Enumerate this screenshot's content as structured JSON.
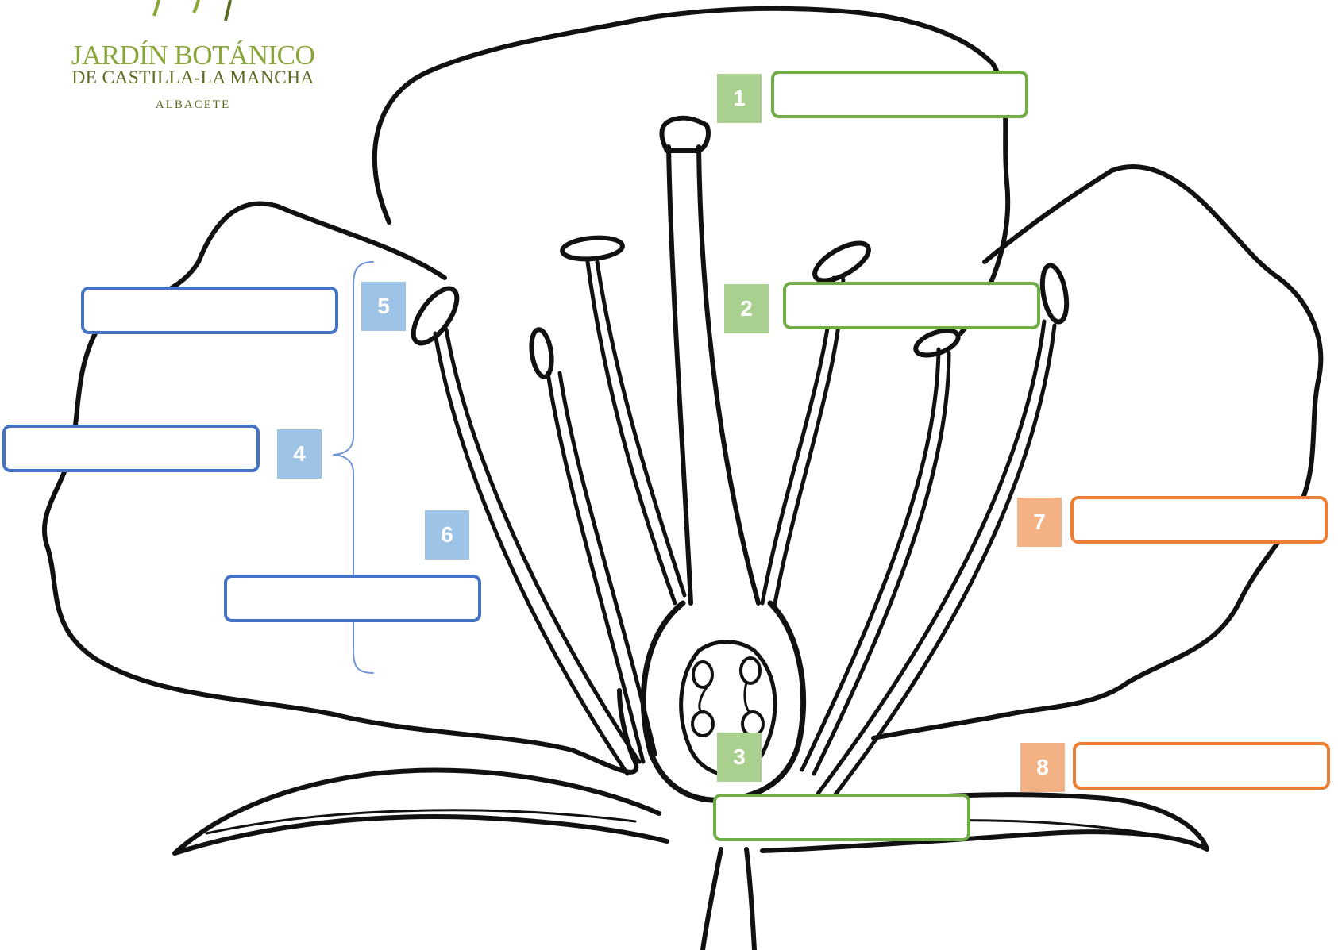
{
  "logo": {
    "line1": "JARDÍN BOTÁNICO",
    "line2": "DE CASTILLA-LA MANCHA",
    "line3": "ALBACETE",
    "color_primary": "#8aa63a",
    "color_secondary": "#5a6b22"
  },
  "colors": {
    "green_border": "#70ad47",
    "green_badge": "#a9d08e",
    "blue_border": "#4472c4",
    "blue_badge": "#9dc3e6",
    "orange_border": "#ed7d31",
    "orange_badge": "#f4b183",
    "outline": "#111111"
  },
  "labels": [
    {
      "number": "1",
      "value": ""
    },
    {
      "number": "2",
      "value": ""
    },
    {
      "number": "3",
      "value": ""
    },
    {
      "number": "4",
      "value": ""
    },
    {
      "number": "5",
      "value": ""
    },
    {
      "number": "6",
      "value": ""
    },
    {
      "number": "7",
      "value": ""
    },
    {
      "number": "8",
      "value": ""
    }
  ]
}
